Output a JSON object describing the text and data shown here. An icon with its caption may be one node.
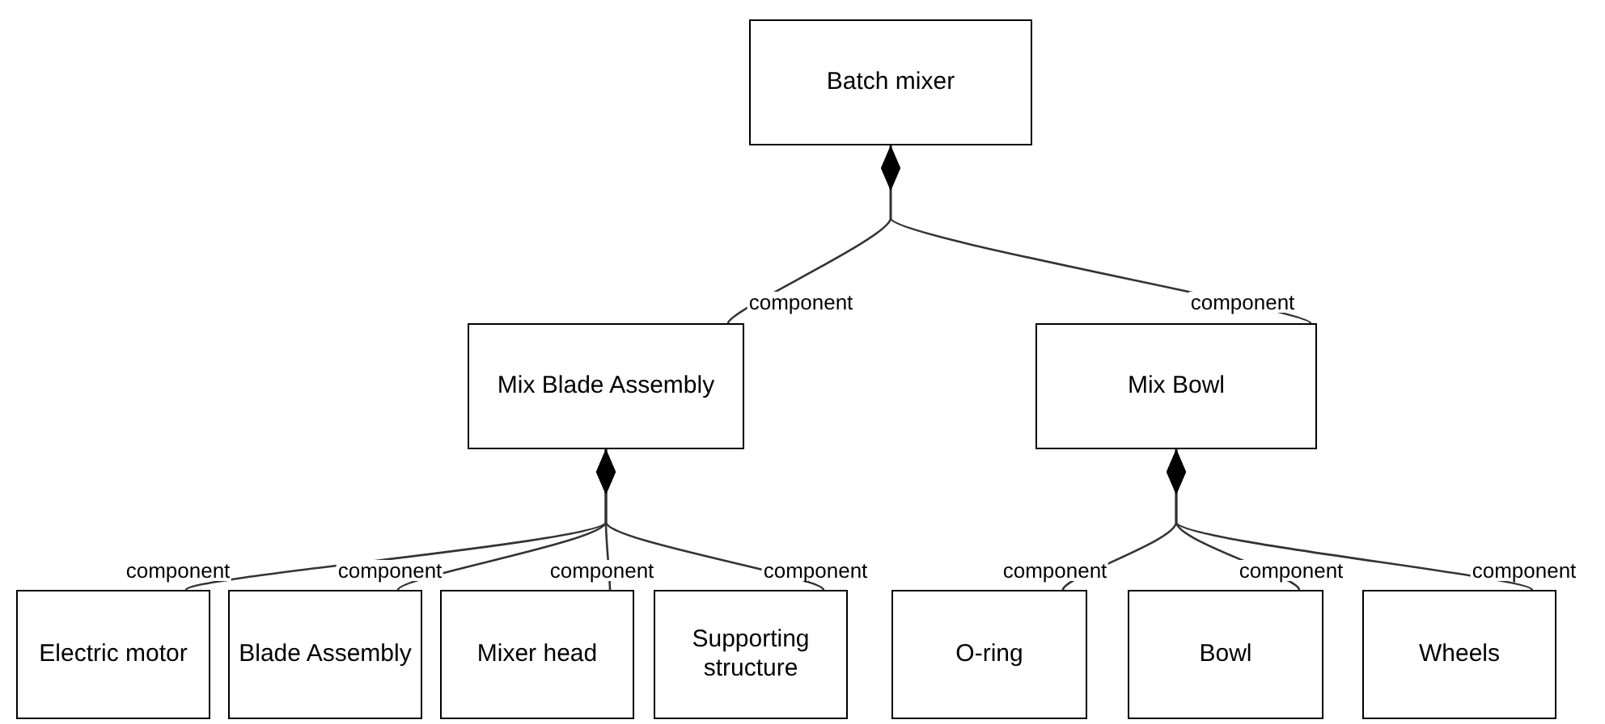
{
  "diagram": {
    "nodes": [
      {
        "text": [
          "Batch mixer"
        ]
      },
      {
        "text": [
          "Mix Blade Assembly"
        ]
      },
      {
        "text": [
          "Mix Bowl"
        ]
      },
      {
        "text": [
          "Electric motor"
        ]
      },
      {
        "text": [
          "Blade Assembly"
        ]
      },
      {
        "text": [
          "Mixer head"
        ]
      },
      {
        "text": [
          "Supporting structure"
        ]
      },
      {
        "text": [
          "O-ring"
        ]
      },
      {
        "text": [
          "Bowl"
        ]
      },
      {
        "text": [
          "Wheels"
        ]
      }
    ],
    "edges": [
      {
        "from": 0,
        "to": 1,
        "arrow": "other",
        "label": "component"
      },
      {
        "from": 0,
        "to": 2,
        "arrow": "other",
        "label": "component"
      },
      {
        "from": 1,
        "to": 3,
        "arrow": "other",
        "label": "component"
      },
      {
        "from": 1,
        "to": 4,
        "arrow": "other",
        "label": "component"
      },
      {
        "from": 1,
        "to": 5,
        "arrow": "other",
        "label": "component"
      },
      {
        "from": 1,
        "to": 6,
        "arrow": "other",
        "label": "component"
      },
      {
        "from": 2,
        "to": 7,
        "arrow": "other",
        "label": "component"
      },
      {
        "from": 2,
        "to": 8,
        "arrow": "other",
        "label": "component"
      },
      {
        "from": 2,
        "to": 9,
        "arrow": "other",
        "label": "component"
      }
    ]
  }
}
